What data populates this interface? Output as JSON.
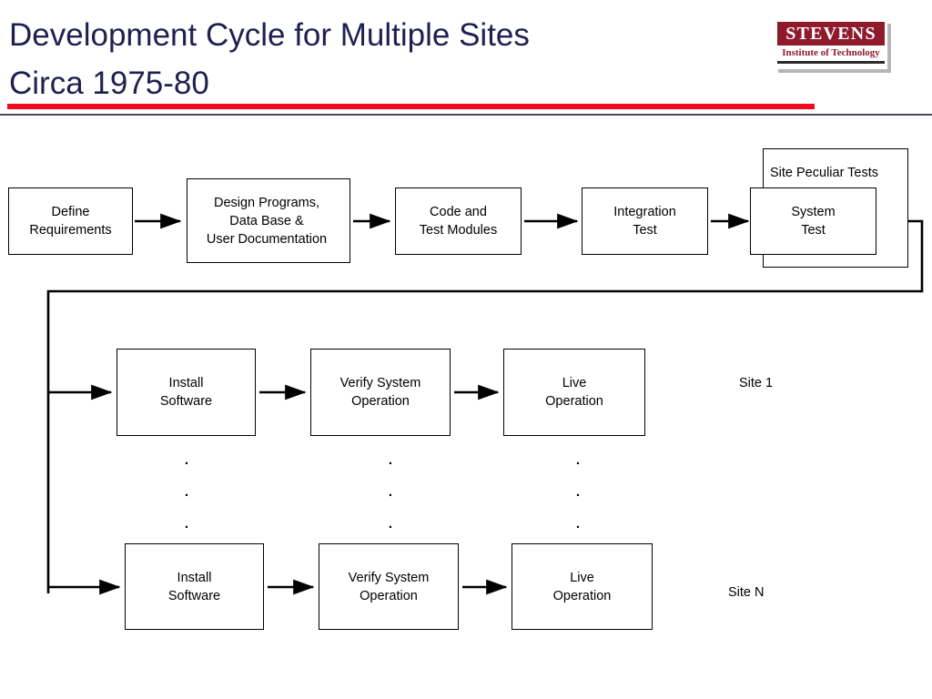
{
  "slide": {
    "title": "Development Cycle for Multiple Sites\nCirca 1975-80",
    "accent_red": "#F40A1E",
    "title_color": "#1F2050",
    "rule_gray": "#4A4A55"
  },
  "logo": {
    "name": "STEVENS",
    "tagline": "Institute of Technology",
    "box_color": "#8E1A2B"
  },
  "diagram": {
    "top_row": [
      {
        "label": "Define\nRequirements"
      },
      {
        "label": "Design Programs,\nData Base &\nUser Documentation"
      },
      {
        "label": "Code and\nTest Modules"
      },
      {
        "label": "Integration\nTest"
      },
      {
        "label": "System\nTest"
      }
    ],
    "outer_group_label": "Site Peculiar Tests",
    "site1_row": [
      {
        "label": "Install\nSoftware"
      },
      {
        "label": "Verify System\nOperation"
      },
      {
        "label": "Live\nOperation"
      }
    ],
    "site1_label": "Site 1",
    "siteN_row": [
      {
        "label": "Install\nSoftware"
      },
      {
        "label": "Verify System\nOperation"
      },
      {
        "label": "Live\nOperation"
      }
    ],
    "siteN_label": "Site N",
    "ellipsis": ".\n.\n."
  }
}
